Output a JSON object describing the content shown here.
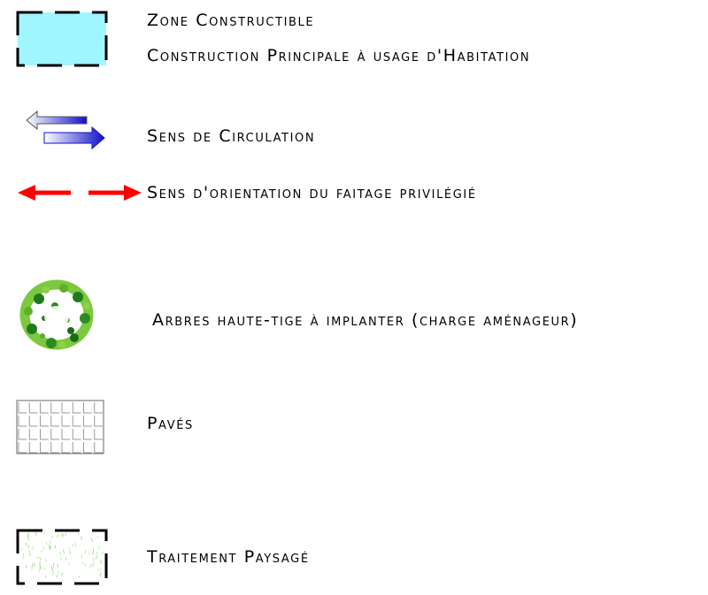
{
  "legend": {
    "items": [
      {
        "symbol": "dashed-cyan-rectangle-icon",
        "color": "#9ff6ff",
        "labels": [
          "Zone Constructible",
          "Construction Principale à usage d'Habitation"
        ]
      },
      {
        "symbol": "traffic-direction-arrows-icon",
        "color": "#1010c8",
        "label": "Sens de Circulation"
      },
      {
        "symbol": "red-double-arrow-icon",
        "color": "#ff0000",
        "label": "Sens d'orientation du faitage privilégié"
      },
      {
        "symbol": "tree-canopy-icon",
        "color": "#2e8b20",
        "label": "Arbres haute-tige à implanter (charge aménageur)"
      },
      {
        "symbol": "paving-grid-icon",
        "color": "#9a9a9a",
        "label": "Pavés"
      },
      {
        "symbol": "landscaped-area-icon",
        "color": "#a6e08a",
        "label": "Traitement Paysagé"
      }
    ]
  }
}
